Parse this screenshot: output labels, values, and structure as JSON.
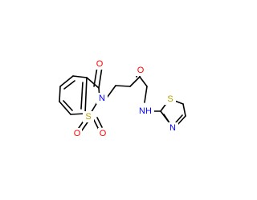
{
  "colors": {
    "bond": "#000000",
    "oxygen": "#ff0000",
    "nitrogen": "#0000ff",
    "sulfur": "#b5a000",
    "background": "#ffffff"
  },
  "atom_labels": {
    "ketone_oxygen": "O",
    "sulfonyl_oxygen_left": "O",
    "sulfonyl_oxygen_right": "O",
    "amide_oxygen": "O",
    "ring_sulfur": "S",
    "ring_nitrogen": "N",
    "amide_nh": "NH",
    "thiazole_sulfur": "S",
    "thiazole_nitrogen": "N"
  }
}
